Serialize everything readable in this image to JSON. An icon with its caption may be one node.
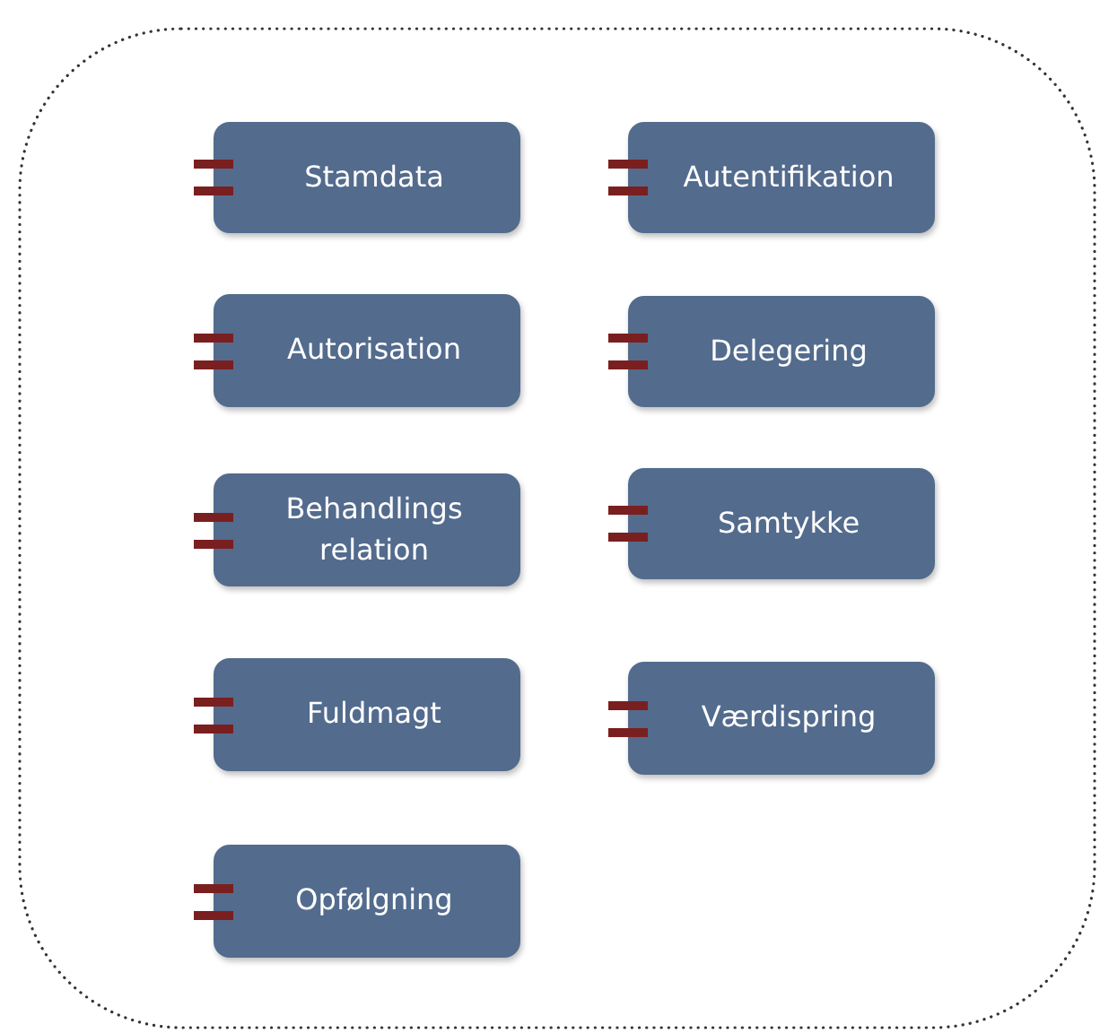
{
  "diagram": {
    "nodes": [
      {
        "text": [],
        "shape": "box"
      },
      {
        "text": [
          "Stamdata"
        ],
        "in": 0
      },
      {
        "text": [
          "Autentifikation"
        ],
        "in": 0
      },
      {
        "text": [
          "Autorisation"
        ],
        "in": 0
      },
      {
        "text": [
          "Delegering"
        ],
        "in": 0
      },
      {
        "text": [
          "Behandlings relation"
        ],
        "in": 0
      },
      {
        "text": [
          "Samtykke"
        ],
        "in": 0
      },
      {
        "text": [
          "Fuldmagt"
        ],
        "in": 0
      },
      {
        "text": [
          "Værdispring"
        ],
        "in": 0
      },
      {
        "text": [
          "Opfølgning"
        ],
        "in": 0
      }
    ]
  }
}
